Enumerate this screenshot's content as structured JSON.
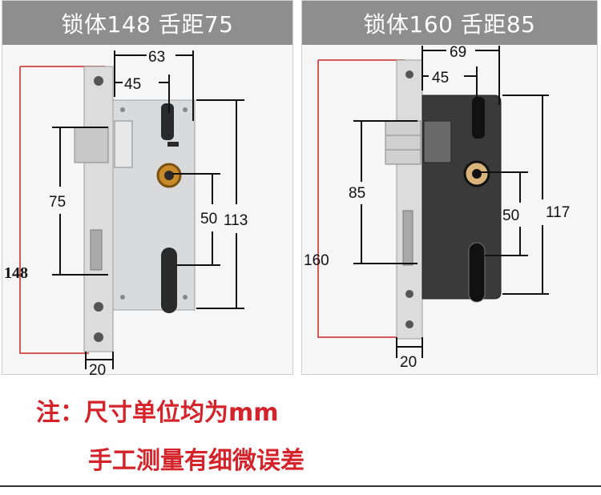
{
  "left": {
    "title": "锁体148 舌距75",
    "dims": {
      "top_wide": "63",
      "top_narrow": "45",
      "bolt_gap": "75",
      "cyl_gap": "50",
      "height": "113",
      "faceplate": "148",
      "width": "20"
    }
  },
  "right": {
    "title": "锁体160 舌距85",
    "dims": {
      "top_wide": "69",
      "top_narrow": "45",
      "bolt_gap": "85",
      "cyl_gap": "50",
      "height": "117",
      "faceplate": "160",
      "width": "20"
    }
  },
  "notes": {
    "line1": "注：尺寸单位均为mm",
    "line2": "手工测量有细微误差"
  },
  "colors": {
    "header_bg": "#8e8e8e",
    "note": "#d4232a",
    "faceplate_outline": "#d45a5a",
    "body_silver": "#d9dadb",
    "body_black": "#3a3a3a"
  }
}
